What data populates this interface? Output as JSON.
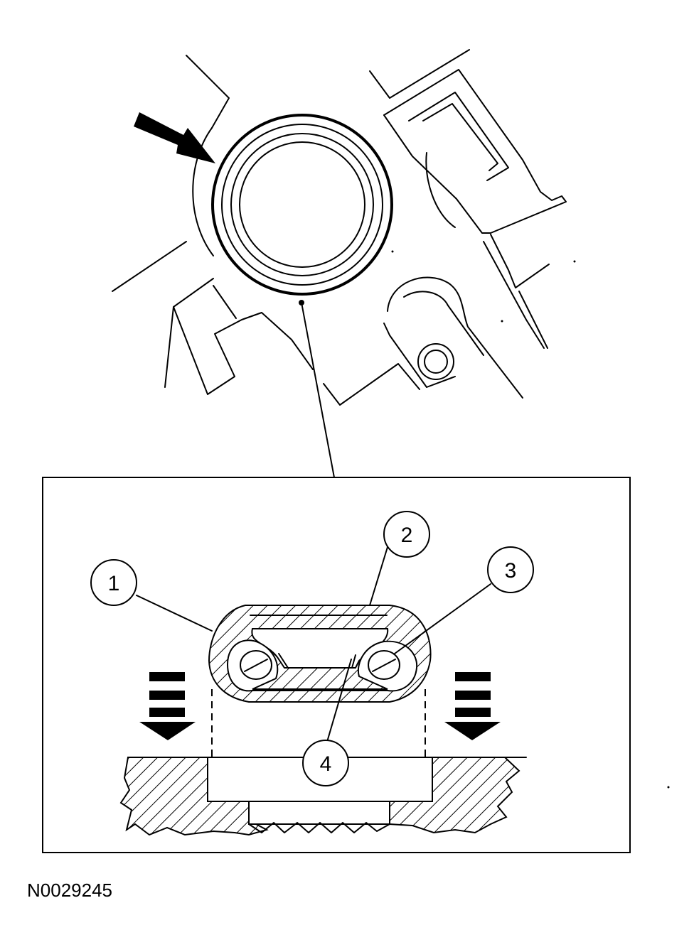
{
  "callouts": [
    {
      "number": "1"
    },
    {
      "number": "2"
    },
    {
      "number": "3"
    },
    {
      "number": "4"
    }
  ],
  "reference_code": "N0029245"
}
